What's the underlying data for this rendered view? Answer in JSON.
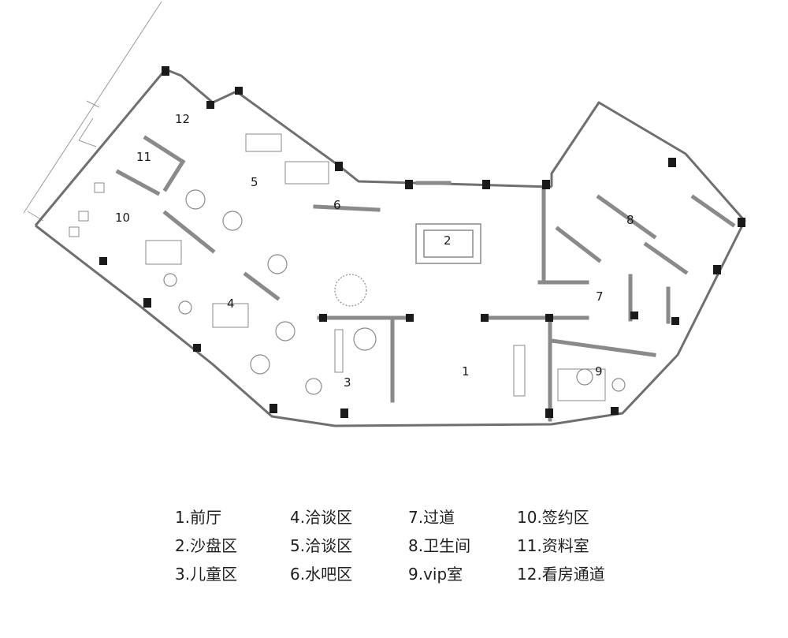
{
  "room_numbers": [
    "1",
    "2",
    "3",
    "4",
    "5",
    "6",
    "7",
    "8",
    "9",
    "10",
    "11",
    "12"
  ],
  "legend": [
    {
      "label": "1.前厅"
    },
    {
      "label": "2.沙盘区"
    },
    {
      "label": "3.儿童区"
    },
    {
      "label": "4.洽谈区"
    },
    {
      "label": "5.洽谈区"
    },
    {
      "label": "6.水吧区"
    },
    {
      "label": "7.过道"
    },
    {
      "label": "8.卫生间"
    },
    {
      "label": "9.vip室"
    },
    {
      "label": "10.签约区"
    },
    {
      "label": "11.资料室"
    },
    {
      "label": "12.看房通道"
    }
  ]
}
